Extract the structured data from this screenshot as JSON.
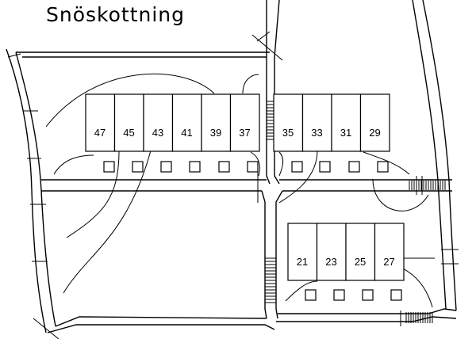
{
  "title": "Snöskottning",
  "rows": [
    {
      "units": [
        "47",
        "45",
        "43",
        "41",
        "39",
        "37"
      ]
    },
    {
      "units": [
        "35",
        "33",
        "31",
        "29"
      ]
    },
    {
      "units": [
        "21",
        "23",
        "25",
        "27"
      ]
    }
  ]
}
